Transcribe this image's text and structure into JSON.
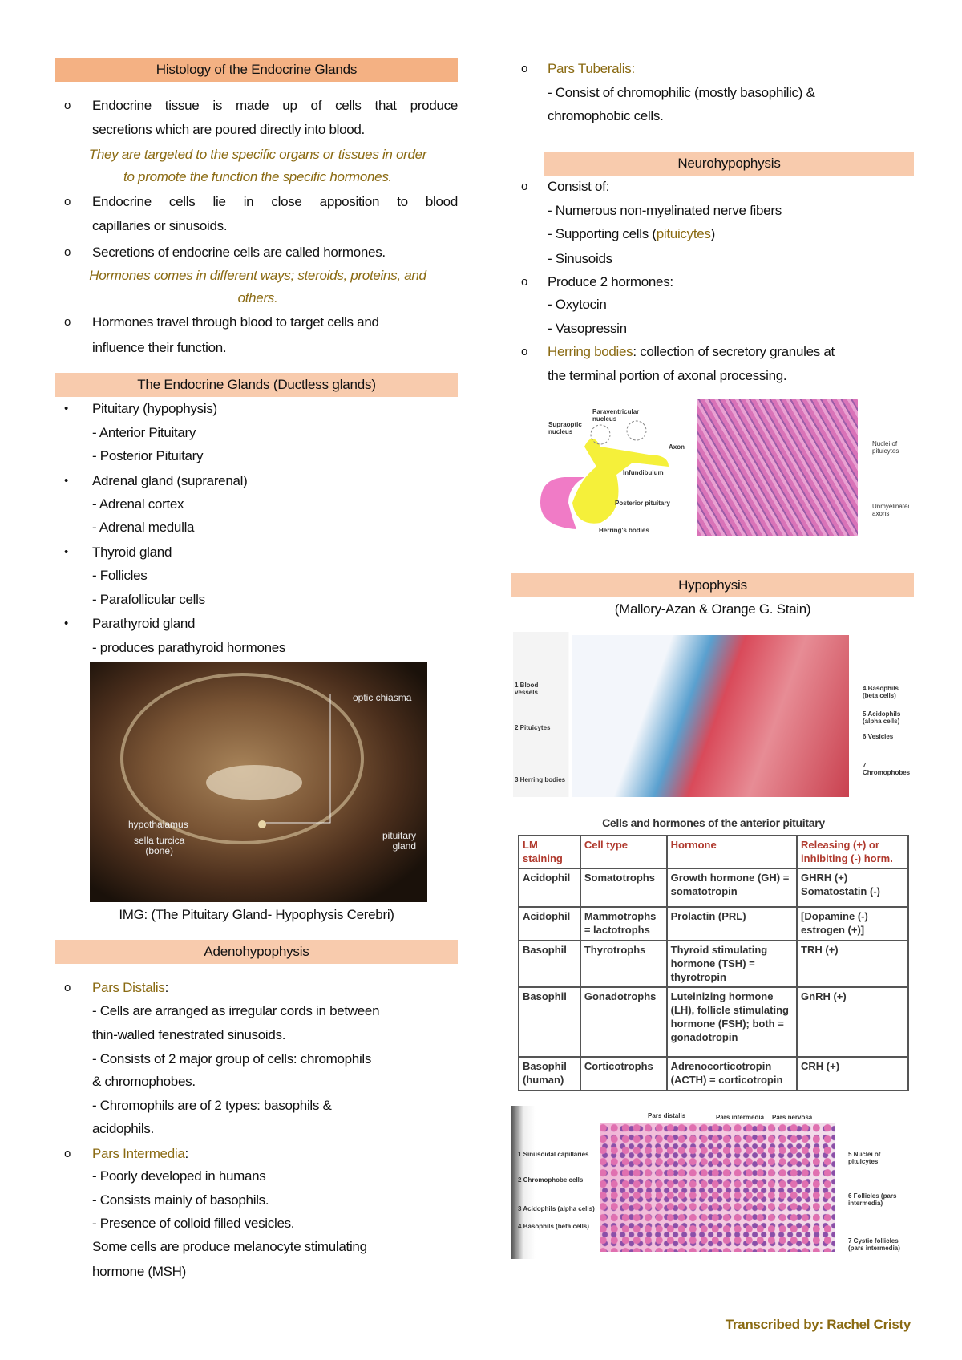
{
  "headers": {
    "histology": "Histology of the Endocrine Glands",
    "glands": "The Endocrine Glands (Ductless glands)",
    "adeno": "Adenohypophysis",
    "neuro": "Neurohypophysis",
    "hypophysis": "Hypophysis",
    "hypophysis_sub": "(Mallory-Azan & Orange G. Stain)"
  },
  "left_lines": [
    {
      "m": "o",
      "t": "Endocrine tissue is made up of cells that produce",
      "k": "just"
    },
    {
      "t": "secretions which are poured directly into blood."
    },
    {
      "t": "They are targeted to the specific organs or tissues in order",
      "k": "it"
    },
    {
      "t": "to promote the function the specific hormones.",
      "k": "it"
    },
    {
      "m": "o",
      "t": "Endocrine cells lie in close apposition to blood",
      "k": "just"
    },
    {
      "t": "capillaries or sinusoids."
    },
    {
      "m": "o",
      "t": "Secretions of endocrine cells are called hormones."
    },
    {
      "t": "Hormones comes in different ways; steroids, proteins, and",
      "k": "it"
    },
    {
      "t": "others.",
      "k": "it"
    },
    {
      "m": "o",
      "t": "Hormones travel through blood to target cells and"
    },
    {
      "t": "influence their function."
    },
    {
      "m": "•",
      "t": "Pituitary (hypophysis)"
    },
    {
      "t": "- Anterior Pituitary"
    },
    {
      "t": "- Posterior Pituitary"
    },
    {
      "m": "•",
      "t": "Adrenal gland (suprarenal)"
    },
    {
      "t": "- Adrenal cortex"
    },
    {
      "t": "- Adrenal medulla"
    },
    {
      "m": "•",
      "t": "Thyroid gland"
    },
    {
      "t": "- Follicles"
    },
    {
      "t": "- Parafollicular cells"
    },
    {
      "m": "•",
      "t": "Parathyroid gland"
    },
    {
      "t": "- produces parathyroid hormones"
    },
    {
      "m": "o",
      "hl": "Pars Distalis",
      "post": ":"
    },
    {
      "t": "- Cells are arranged as irregular cords in between"
    },
    {
      "t": "thin-walled fenestrated sinusoids."
    },
    {
      "t": "- Consists of 2 major group of cells: chromophils"
    },
    {
      "t": "& chromophobes."
    },
    {
      "t": "- Chromophils are of 2 types: basophils &"
    },
    {
      "t": "acidophils."
    },
    {
      "m": "o",
      "hl": "Pars Intermedia",
      "post": ":"
    },
    {
      "t": "- Poorly developed in humans"
    },
    {
      "t": "- Consists mainly of basophils."
    },
    {
      "t": "- Presence of colloid filled vesicles."
    },
    {
      "t": "Some cells are produce melanocyte stimulating"
    },
    {
      "t": "hormone (MSH)"
    }
  ],
  "right_lines": [
    {
      "m": "o",
      "hl": "Pars Tuberalis:"
    },
    {
      "t": "- Consist of chromophilic (mostly basophilic) &"
    },
    {
      "t": "chromophobic cells."
    },
    {
      "m": "o",
      "t": "Consist of:"
    },
    {
      "t": "- Numerous non-myelinated nerve fibers"
    },
    {
      "pre": "- Supporting cells (",
      "hl": "pituicytes",
      "post": ")"
    },
    {
      "t": "- Sinusoids"
    },
    {
      "m": "o",
      "t": "Produce 2 hormones:"
    },
    {
      "t": "- Oxytocin"
    },
    {
      "t": "- Vasopressin"
    },
    {
      "m": "o",
      "hl": "Herring bodies",
      "post": ": collection of secretory granules at"
    },
    {
      "t": "the terminal portion of axonal processing."
    }
  ],
  "brain_image": {
    "caption": "IMG: (The Pituitary Gland- Hypophysis Cerebri)",
    "labels": [
      "optic chiasma",
      "hypothalamus",
      "sella turcica\n(bone)",
      "pituitary\ngland"
    ]
  },
  "neuro_diagram": {
    "labels": [
      "Paraventricular nucleus",
      "Supraoptic nucleus",
      "Axon",
      "Infundibulum",
      "Posterior pituitary",
      "Herring's bodies"
    ]
  },
  "neuro_micro": {
    "labels": [
      "Nuclei of pituicytes",
      "Unmyelinated axons"
    ]
  },
  "hypo_micro": {
    "labels": [
      "1 Blood vessels",
      "2 Pituicytes",
      "3 Herring bodies",
      "4 Basophils (beta cells)",
      "5 Acidophils (alpha cells)",
      "6 Vesicles",
      "7 Chromophobes"
    ]
  },
  "table": {
    "title": "Cells and hormones of the anterior pituitary",
    "headers": [
      "LM staining",
      "Cell type",
      "Hormone",
      "Releasing (+) or inhibiting (-) horm."
    ],
    "rows": [
      [
        "Acidophil",
        "Somatotrophs",
        "Growth hormone (GH) = somatotropin",
        "GHRH (+) Somatostatin (-)"
      ],
      [
        "Acidophil",
        "Mammotrophs = lactotrophs",
        "Prolactin (PRL)",
        "[Dopamine (-) estrogen (+)]"
      ],
      [
        "Basophil",
        "Thyrotrophs",
        "Thyroid stimulating hormone (TSH) = thyrotropin",
        "TRH (+)"
      ],
      [
        "Basophil",
        "Gonadotrophs",
        "Luteinizing hormone (LH), follicle stimulating hormone (FSH); both = gonadotropin",
        "GnRH (+)"
      ],
      [
        "Basophil (human)",
        "Corticotrophs",
        "Adrenocorticotropin (ACTH) = corticotropin",
        "CRH (+)"
      ]
    ]
  },
  "pars_micro": {
    "top_labels": [
      "Pars distalis",
      "Pars intermedia",
      "Pars nervosa"
    ],
    "labels": [
      "1 Sinusoidal capillaries",
      "2 Chromophobe cells",
      "3 Acidophils (alpha cells)",
      "4 Basophils (beta cells)",
      "5 Nuclei of pituicytes",
      "6 Follicles (pars intermedia)",
      "7 Cystic follicles (pars intermedia)"
    ]
  },
  "footer": "Transcribed by: Rachel Cristy",
  "colors": {
    "header_strong": "#f4b183",
    "header_light": "#f8cbad",
    "highlight": "#8a6a12"
  }
}
